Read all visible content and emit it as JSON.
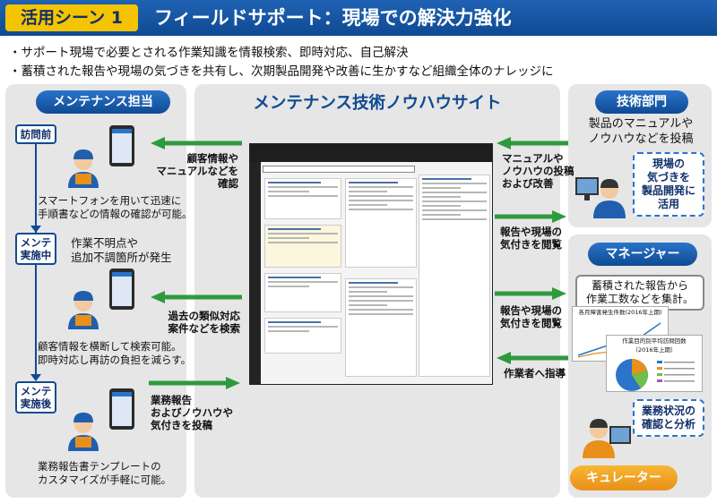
{
  "header": {
    "badge": "活用シーン 1",
    "title": "フィールドサポート：現場での解決力強化"
  },
  "bullets": [
    "・サポート現場で必要とされる作業知識を情報検索、即時対応、自己解決",
    "・蓄積された報告や現場の気づきを共有し、次期製品開発や改善に生かすなど組織全体のナレッジに"
  ],
  "left": {
    "title": "メンテナンス担当",
    "stages": [
      "訪問前",
      "メンテ\n実施中",
      "メンテ\n実施後"
    ],
    "texts": [
      "スマートフォンを用いて迅速に\n手順書などの情報の確認が可能。",
      "作業不明点や\n追加不調箇所が発生",
      "顧客情報を横断して検索可能。\n即時対応し再訪の負担を減らす。",
      "業務報告書テンプレートの\nカスタマイズが手軽に可能。"
    ]
  },
  "center": {
    "title": "メンテナンス技術ノウハウサイト",
    "labels": [
      "顧客情報や\nマニュアルなどを\n確認",
      "過去の類似対応\n案件などを検索",
      "業務報告\nおよびノウハウや\n気付きを投稿"
    ]
  },
  "right_top": {
    "title": "技術部門",
    "text": "製品のマニュアルや\nノウハウなどを投稿",
    "callout": "現場の\n気づきを\n製品開発に\n活用",
    "labels": [
      "マニュアルや\nノウハウの投稿\nおよび改善",
      "報告や現場の\n気付きを閲覧"
    ]
  },
  "right_bottom": {
    "title": "マネージャー",
    "bubble": "蓄積された報告から\n作業工数などを集計。",
    "callout": "業務状況の\n確認と分析",
    "labels": [
      "報告や現場の\n気付きを閲覧",
      "作業者へ指導"
    ],
    "chart1_title": "各月障害発生件数(2016年上期)",
    "chart2_title": "作業目的別平均訪問回数\n（2016年上期）"
  },
  "curator": "キュレーター",
  "colors": {
    "brand_blue": "#0f4a93",
    "arrow_green": "#2e9a3e",
    "badge_yellow": "#f5c400",
    "curator_orange": "#e8901a"
  }
}
